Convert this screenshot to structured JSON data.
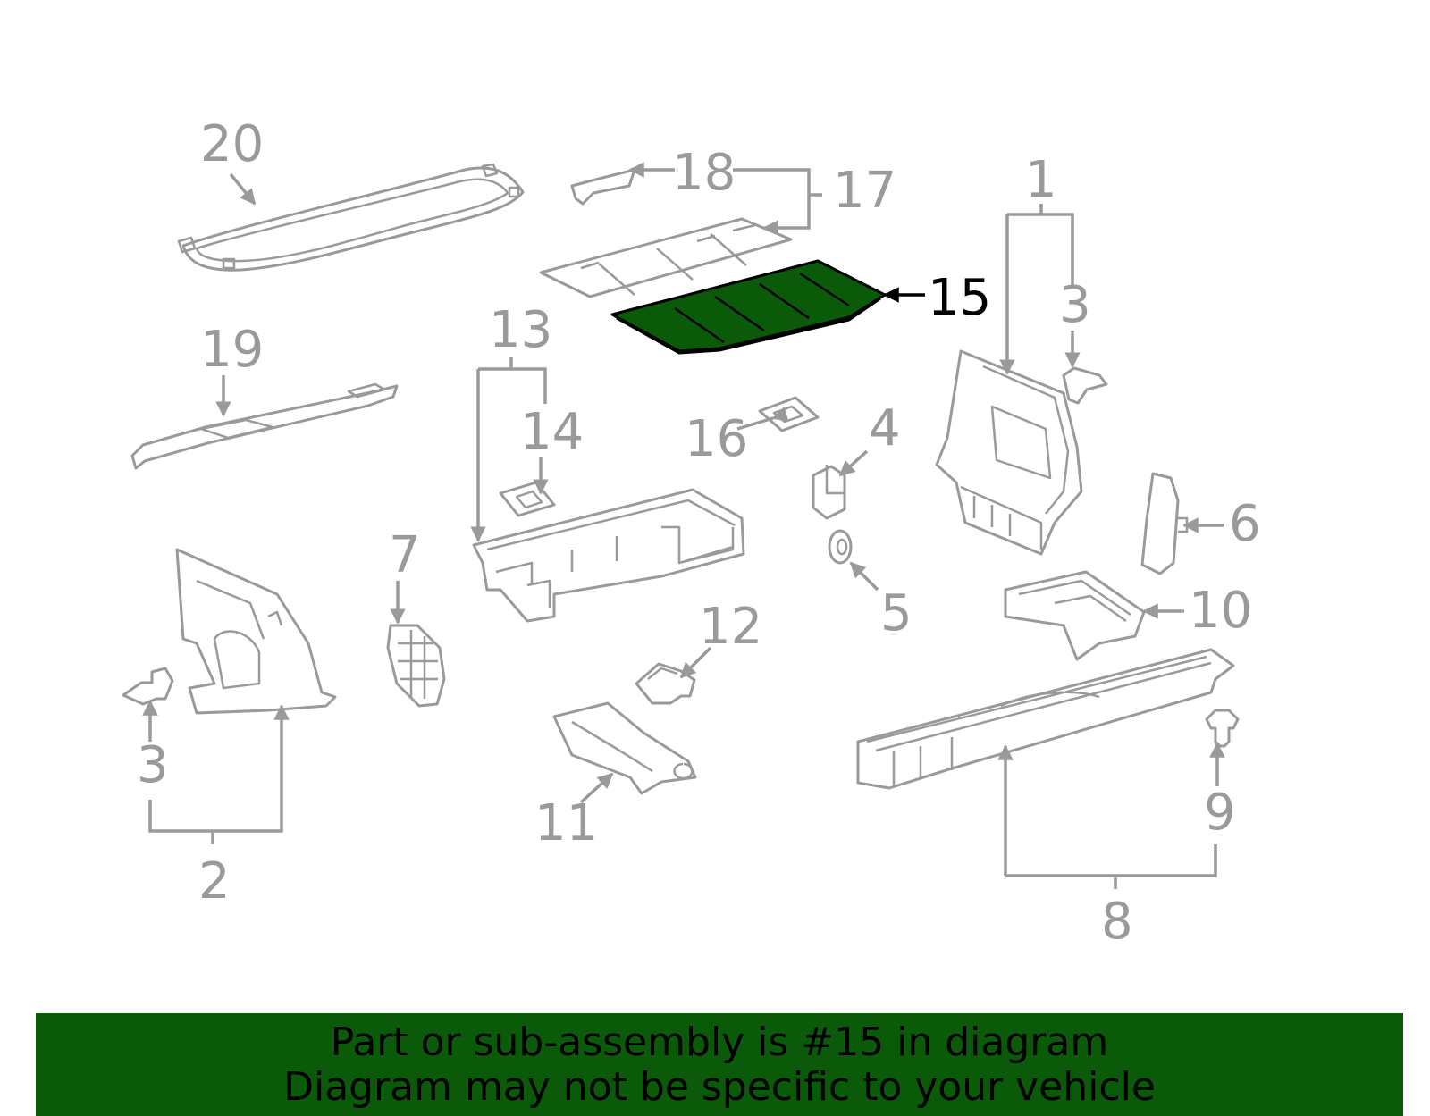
{
  "highlight_color": "#0a5a0a",
  "highlighted_part": "15",
  "callouts": {
    "p1": "1",
    "p2": "2",
    "p3a": "3",
    "p3b": "3",
    "p4": "4",
    "p5": "5",
    "p6": "6",
    "p7": "7",
    "p8": "8",
    "p9": "9",
    "p10": "10",
    "p11": "11",
    "p12": "12",
    "p13": "13",
    "p14": "14",
    "p15": "15",
    "p16": "16",
    "p17": "17",
    "p18": "18",
    "p19": "19",
    "p20": "20"
  },
  "banner": {
    "line1": "Part or sub-assembly is #15 in diagram",
    "line2": "Diagram may not be specific to your vehicle"
  }
}
